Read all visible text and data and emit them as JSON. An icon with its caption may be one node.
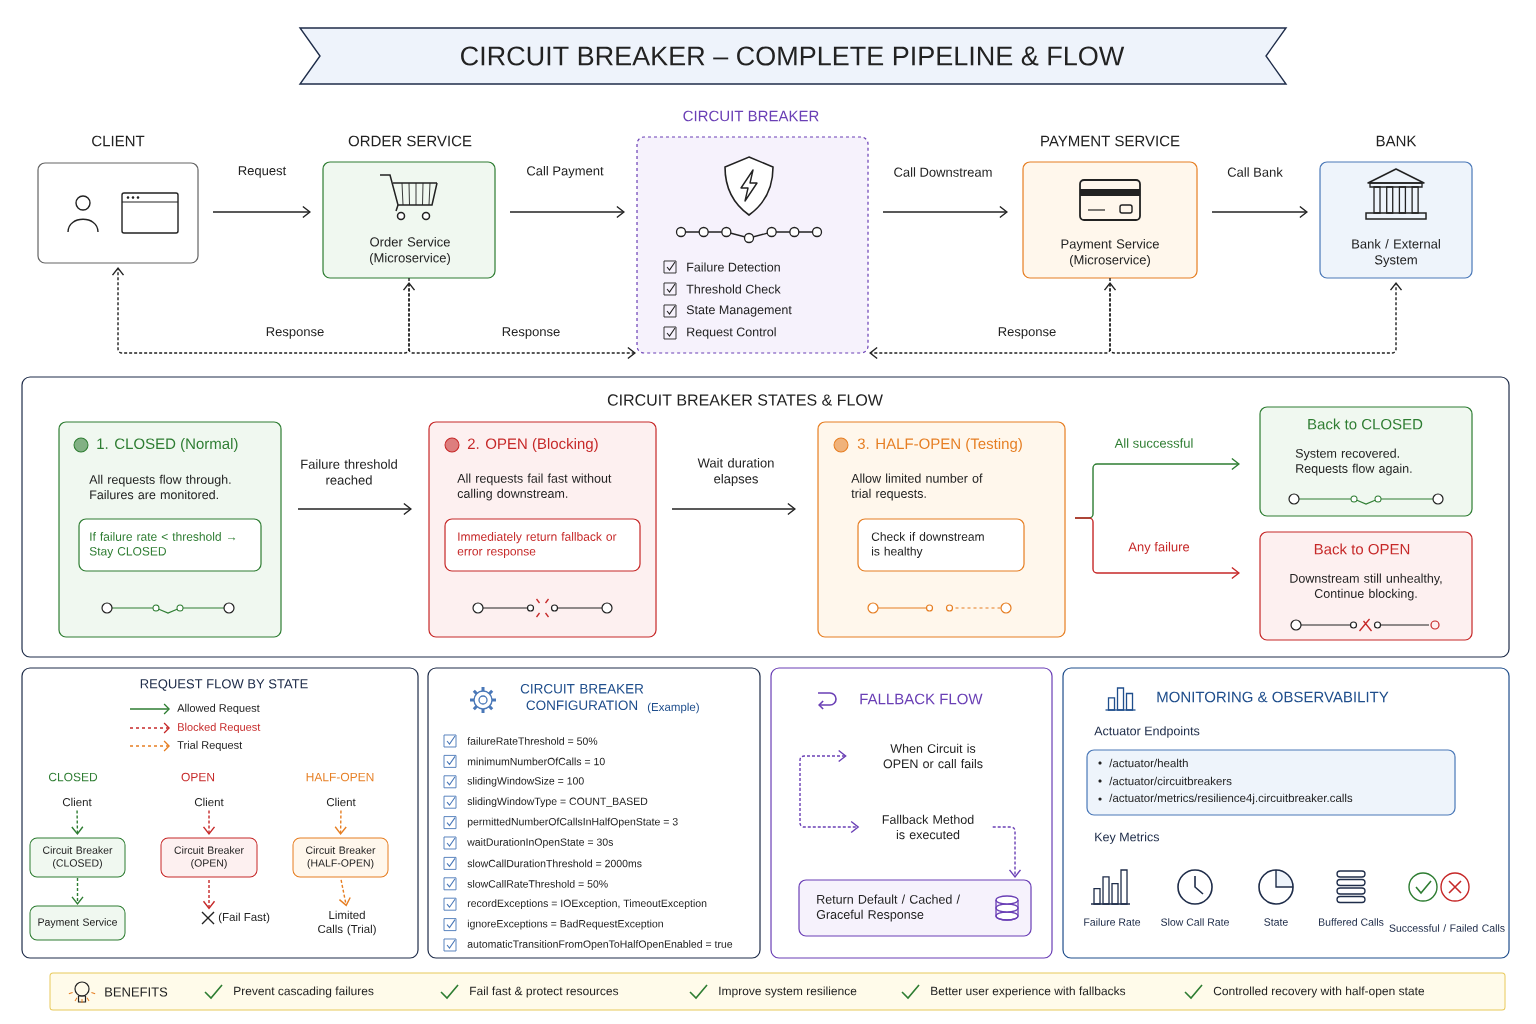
{
  "diagram": {
    "title": "CIRCUIT BREAKER – COMPLETE PIPELINE & FLOW",
    "nodes": [
      {
        "text": [
          "CLIENT"
        ]
      },
      {
        "text": [
          "ORDER SERVICE",
          "Order Service (Microservice)"
        ]
      },
      {
        "text": [
          "CIRCUIT BREAKER",
          "Failure Detection",
          "Threshold Check",
          "State Management",
          "Request Control"
        ]
      },
      {
        "text": [
          "PAYMENT SERVICE",
          "Payment Service (Microservice)"
        ]
      },
      {
        "text": [
          "BANK",
          "Bank / External System"
        ]
      },
      {
        "text": [
          "CIRCUIT BREAKER STATES & FLOW"
        ]
      },
      {
        "text": [
          "1. CLOSED (Normal)",
          "All requests flow through. Failures are monitored."
        ],
        "in": 5
      },
      {
        "text": [
          "If failure rate < threshold → Stay CLOSED"
        ],
        "in": 6
      },
      {
        "text": [
          "2. OPEN (Blocking)",
          "All requests fail fast without calling downstream."
        ],
        "in": 5
      },
      {
        "text": [
          "Immediately return fallback or error response"
        ],
        "in": 8
      },
      {
        "text": [
          "3. HALF-OPEN (Testing)",
          "Allow limited number of trial requests."
        ],
        "in": 5
      },
      {
        "text": [
          "Check if downstream is healthy"
        ],
        "in": 10
      },
      {
        "text": [
          "Back to CLOSED",
          "System recovered. Requests flow again."
        ],
        "in": 5
      },
      {
        "text": [
          "Back to OPEN",
          "Downstream still unhealthy, Continue blocking."
        ],
        "in": 5
      },
      {
        "text": [
          "REQUEST FLOW BY STATE"
        ]
      },
      {
        "text": [
          "Client"
        ],
        "in": 14
      },
      {
        "text": [
          "Circuit Breaker (CLOSED)"
        ],
        "in": 14
      },
      {
        "text": [
          "Payment Service"
        ],
        "in": 14
      },
      {
        "text": [
          "Client"
        ],
        "in": 14
      },
      {
        "text": [
          "Circuit Breaker (OPEN)"
        ],
        "in": 14
      },
      {
        "text": [
          "(Fail Fast)"
        ],
        "in": 14
      },
      {
        "text": [
          "Client"
        ],
        "in": 14
      },
      {
        "text": [
          "Circuit Breaker (HALF-OPEN)"
        ],
        "in": 14
      },
      {
        "text": [
          "Limited Calls (Trial)"
        ],
        "in": 14
      },
      {
        "text": [
          "CIRCUIT BREAKER CONFIGURATION",
          "(Example)",
          "failureRateThreshold = 50%",
          "minimumNumberOfCalls = 10",
          "slidingWindowSize = 100",
          "slidingWindowType = COUNT_BASED",
          "permittedNumberOfCallsInHalfOpenState = 3",
          "waitDurationInOpenState = 30s",
          "slowCallDurationThreshold = 2000ms",
          "slowCallRateThreshold = 50%",
          "recordExceptions = IOException, TimeoutException",
          "ignoreExceptions = BadRequestException",
          "automaticTransitionFromOpenToHalfOpenEnabled = true"
        ]
      },
      {
        "text": [
          "FALLBACK FLOW"
        ]
      },
      {
        "text": [
          "When Circuit is OPEN or call fails"
        ],
        "in": 25
      },
      {
        "text": [
          "Fallback Method is executed"
        ],
        "in": 25
      },
      {
        "text": [
          "Return Default / Cached / Graceful Response"
        ],
        "in": 25
      },
      {
        "text": [
          "MONITORING & OBSERVABILITY",
          "Actuator Endpoints",
          "Key Metrics"
        ]
      },
      {
        "text": [
          "/actuator/health",
          "/actuator/circuitbreakers",
          "/actuator/metrics/resilience4j.circuitbreaker.calls"
        ],
        "in": 29
      },
      {
        "text": [
          "BENEFITS",
          "Prevent cascading failures",
          "Fail fast & protect resources",
          "Improve system resilience",
          "Better user experience with fallbacks",
          "Controlled recovery with half-open state"
        ]
      }
    ],
    "edges": [
      {
        "from": 0,
        "to": 1,
        "arrow": "to",
        "label": "Request"
      },
      {
        "from": 1,
        "to": 2,
        "arrow": "to",
        "label": "Call Payment"
      },
      {
        "from": 2,
        "to": 3,
        "arrow": "to",
        "label": "Call Downstream"
      },
      {
        "from": 3,
        "to": 4,
        "arrow": "to",
        "label": "Call Bank"
      },
      {
        "from": 1,
        "to": 0,
        "arrow": "to",
        "label": "Response",
        "style": "dashed"
      },
      {
        "from": 1,
        "to": 2,
        "arrow": "both",
        "label": "Response",
        "style": "dashed"
      },
      {
        "from": 3,
        "to": 2,
        "arrow": "both",
        "label": "Response",
        "style": "dashed"
      },
      {
        "from": 3,
        "to": 4,
        "arrow": "to",
        "style": "dashed"
      },
      {
        "from": 6,
        "to": 8,
        "arrow": "to",
        "label": "Failure threshold reached"
      },
      {
        "from": 8,
        "to": 10,
        "arrow": "to",
        "label": "Wait duration elapses"
      },
      {
        "from": 10,
        "to": 12,
        "arrow": "to",
        "label": "All successful",
        "color": "#2e7d32"
      },
      {
        "from": 10,
        "to": 13,
        "arrow": "to",
        "label": "Any failure",
        "color": "#c62828"
      },
      {
        "from": 15,
        "to": 16,
        "arrow": "to",
        "style": "dashed",
        "color": "#2e7d32"
      },
      {
        "from": 16,
        "to": 17,
        "arrow": "to",
        "style": "dashed",
        "color": "#2e7d32"
      },
      {
        "from": 18,
        "to": 19,
        "arrow": "to",
        "style": "dashed",
        "color": "#c62828"
      },
      {
        "from": 19,
        "to": 20,
        "arrow": "to",
        "style": "dashed",
        "color": "#c62828"
      },
      {
        "from": 21,
        "to": 22,
        "arrow": "to",
        "style": "dashed",
        "color": "#e67e22"
      },
      {
        "from": 22,
        "to": 23,
        "arrow": "to",
        "style": "dashed",
        "color": "#e67e22"
      },
      {
        "from": 26,
        "to": 27,
        "arrow": "both",
        "style": "dashed",
        "color": "#6a3fb5"
      },
      {
        "from": 27,
        "to": 28,
        "arrow": "to",
        "style": "dashed",
        "color": "#6a3fb5"
      }
    ],
    "labels": [
      "CLOSED",
      "OPEN",
      "HALF-OPEN",
      "Failure Rate",
      "Slow Call Rate",
      "State",
      "Buffered Calls",
      "Successful / Failed Calls"
    ],
    "legend": [
      {
        "text": "Allowed Request"
      },
      {
        "text": "Blocked Request"
      },
      {
        "text": "Trial Request"
      }
    ]
  }
}
